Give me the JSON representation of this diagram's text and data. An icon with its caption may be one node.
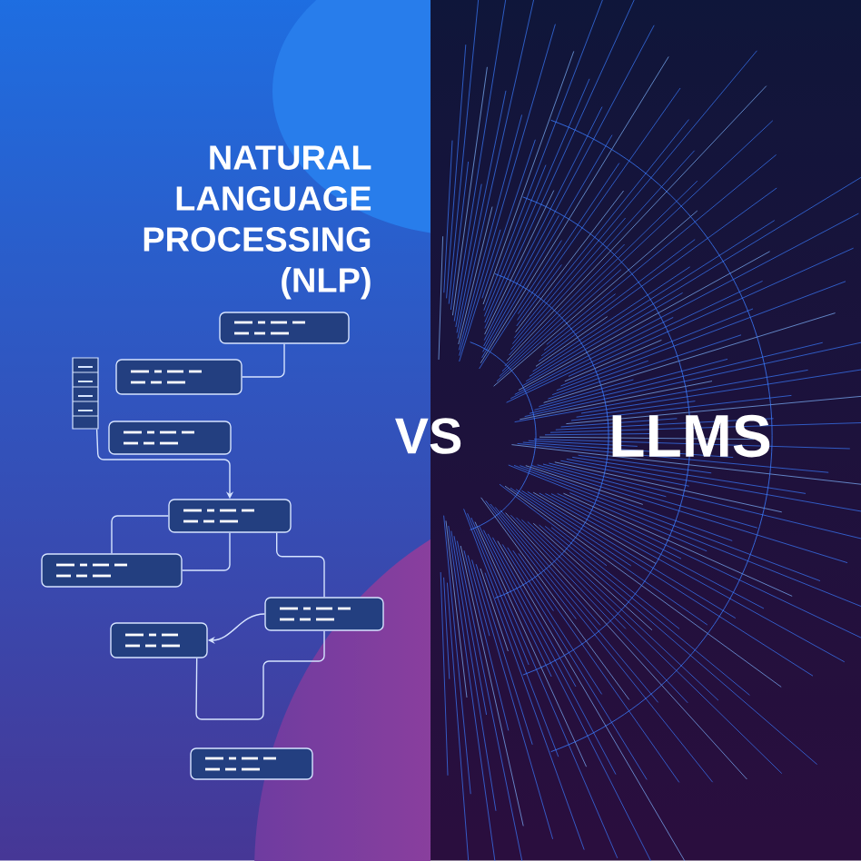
{
  "diagram": {
    "nodes": [
      {
        "text": [],
        "shape": "box"
      },
      {
        "text": [],
        "shape": "picture"
      },
      {
        "text": [],
        "shape": "box"
      },
      {
        "text": [],
        "shape": "box"
      },
      {
        "text": [],
        "shape": "box"
      },
      {
        "text": [],
        "shape": "box"
      },
      {
        "text": [],
        "shape": "box"
      },
      {
        "text": [],
        "shape": "box"
      },
      {
        "text": [],
        "shape": "box"
      }
    ],
    "edges": [
      {
        "from": 0,
        "to": 2,
        "arrow": "none"
      },
      {
        "from": 1,
        "to": 4,
        "arrow": "to"
      },
      {
        "from": 4,
        "to": 5,
        "arrow": "none"
      },
      {
        "from": 4,
        "to": 5,
        "arrow": "none"
      },
      {
        "from": 4,
        "to": 6,
        "arrow": "none"
      },
      {
        "from": 6,
        "to": 7,
        "arrow": "none"
      },
      {
        "from": 6,
        "to": 7,
        "arrow": "to"
      }
    ],
    "labels": [
      "NATURAL LANGUAGE PROCESSING (NLP)",
      "VS",
      "LLMS"
    ]
  }
}
